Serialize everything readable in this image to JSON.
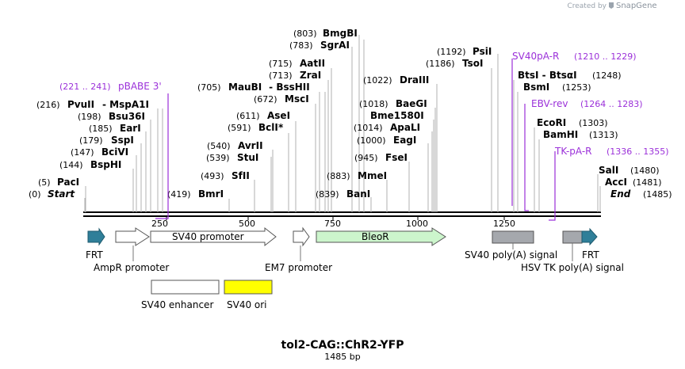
{
  "credit": {
    "prefix": "Created by",
    "brand": "SnapGene"
  },
  "plasmid": {
    "name": "tol2-CAG::ChR2-YFP",
    "length_label": "1485 bp",
    "length": 1485
  },
  "ruler": {
    "ticks": [
      "250",
      "500",
      "750",
      "1000",
      "1250"
    ]
  },
  "sites": [
    {
      "pos": "(0)",
      "name": "Start",
      "style": "italic"
    },
    {
      "pos": "(5)",
      "name": "PacI"
    },
    {
      "pos": "(144)",
      "name": "BspHI"
    },
    {
      "pos": "(147)",
      "name": "BciVI"
    },
    {
      "pos": "(179)",
      "name": "SspI"
    },
    {
      "pos": "(185)",
      "name": "EarI"
    },
    {
      "pos": "(198)",
      "name": "Bsu36I"
    },
    {
      "pos": "(216)",
      "name": "PvuII",
      "extra": " - MspA1I"
    },
    {
      "pos": "(419)",
      "name": "BmrI"
    },
    {
      "pos": "(493)",
      "name": "SfII"
    },
    {
      "pos": "(539)",
      "name": "StuI"
    },
    {
      "pos": "(540)",
      "name": "AvrII"
    },
    {
      "pos": "(591)",
      "name": "BclI",
      "suffix": " *"
    },
    {
      "pos": "(611)",
      "name": "AseI"
    },
    {
      "pos": "(672)",
      "name": "MscI"
    },
    {
      "pos": "(705)",
      "name": "MauBI",
      "extra": " - BssHII"
    },
    {
      "pos": "(713)",
      "name": "ZraI"
    },
    {
      "pos": "(715)",
      "name": "AatII"
    },
    {
      "pos": "(783)",
      "name": "SgrAI"
    },
    {
      "pos": "(803)",
      "name": "BmgBI"
    },
    {
      "pos": "(839)",
      "name": "BanI"
    },
    {
      "pos": "(883)",
      "name": "MmeI"
    },
    {
      "pos": "(945)",
      "name": "FseI"
    },
    {
      "pos": "(1000)",
      "name": "EagI"
    },
    {
      "pos": "(1014)",
      "name": "ApaLI"
    },
    {
      "pos": "(1018)",
      "name": "Bme1580I"
    },
    {
      "pos": "(1018)",
      "name": "BaeGI"
    },
    {
      "pos": "(1022)",
      "name": "DraIII"
    },
    {
      "pos": "(1186)",
      "name": "TsoI"
    },
    {
      "pos": "(1192)",
      "name": "PsiI"
    },
    {
      "pos": "(1248)",
      "name": "BtsI - BtsαI"
    },
    {
      "pos": "(1253)",
      "name": "BsmI"
    },
    {
      "pos": "(1303)",
      "name": "EcoRI"
    },
    {
      "pos": "(1313)",
      "name": "BamHI"
    },
    {
      "pos": "(1480)",
      "name": "SalI"
    },
    {
      "pos": "(1481)",
      "name": "AccI"
    },
    {
      "pos": "(1485)",
      "name": "End",
      "style": "italic"
    }
  ],
  "primers": [
    {
      "name": "pBABE 3'",
      "range": "(221 .. 241)"
    },
    {
      "name": "SV40pA-R",
      "range": "(1210 .. 1229)"
    },
    {
      "name": "EBV-rev",
      "range": "(1264 .. 1283)"
    },
    {
      "name": "TK-pA-R",
      "range": "(1336 .. 1355)"
    }
  ],
  "features": [
    {
      "name": "FRT",
      "color": "#2f7f99"
    },
    {
      "name": "AmpR promoter",
      "color": "#ffffff"
    },
    {
      "name": "SV40 promoter",
      "color": "#ffffff"
    },
    {
      "name": "EM7 promoter",
      "color": "#ffffff"
    },
    {
      "name": "BleoR",
      "color": "#ccf5cc"
    },
    {
      "name": "SV40 poly(A) signal",
      "color": "#a5a8ad"
    },
    {
      "name": "HSV TK poly(A) signal",
      "color": "#a5a8ad"
    },
    {
      "name": "FRT",
      "color": "#2f7f99"
    },
    {
      "name": "SV40 enhancer",
      "color": "#ffffff"
    },
    {
      "name": "SV40 ori",
      "color": "#ffff00"
    }
  ]
}
